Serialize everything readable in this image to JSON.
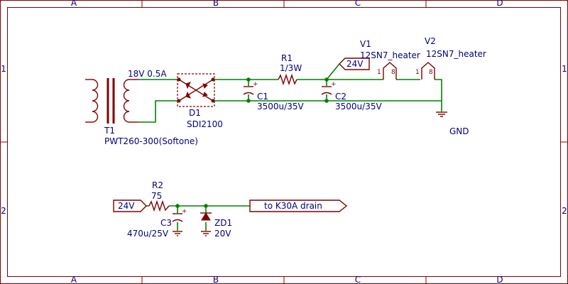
{
  "frame": {
    "columns": [
      "A",
      "B",
      "C",
      "D"
    ],
    "rows": [
      "1",
      "2"
    ]
  },
  "components": {
    "transformer": {
      "ref": "T1",
      "value": "PWT260-300(Softone)",
      "secondary": "18V 0.5A"
    },
    "bridge": {
      "ref": "D1",
      "value": "SDI2100"
    },
    "r1": {
      "ref": "R1",
      "value": "1/3W"
    },
    "c1": {
      "ref": "C1",
      "value": "3500u/35V"
    },
    "c2": {
      "ref": "C2",
      "value": "3500u/35V"
    },
    "v1": {
      "ref": "V1",
      "value": "12SN7_heater",
      "pins": [
        "1",
        "8"
      ]
    },
    "v2": {
      "ref": "V2",
      "value": "12SN7_heater",
      "pins": [
        "1",
        "8"
      ]
    },
    "r2": {
      "ref": "R2",
      "value": "75"
    },
    "c3": {
      "ref": "C3",
      "value": "470u/25V"
    },
    "zd1": {
      "ref": "ZD1",
      "value": "20V"
    }
  },
  "nets": {
    "top_label": "24V",
    "bottom_label": "24V",
    "output_label": "to K30A drain",
    "ground": "GND"
  },
  "colors": {
    "wire": "#008000",
    "component": "#800000",
    "text": "#000080"
  }
}
